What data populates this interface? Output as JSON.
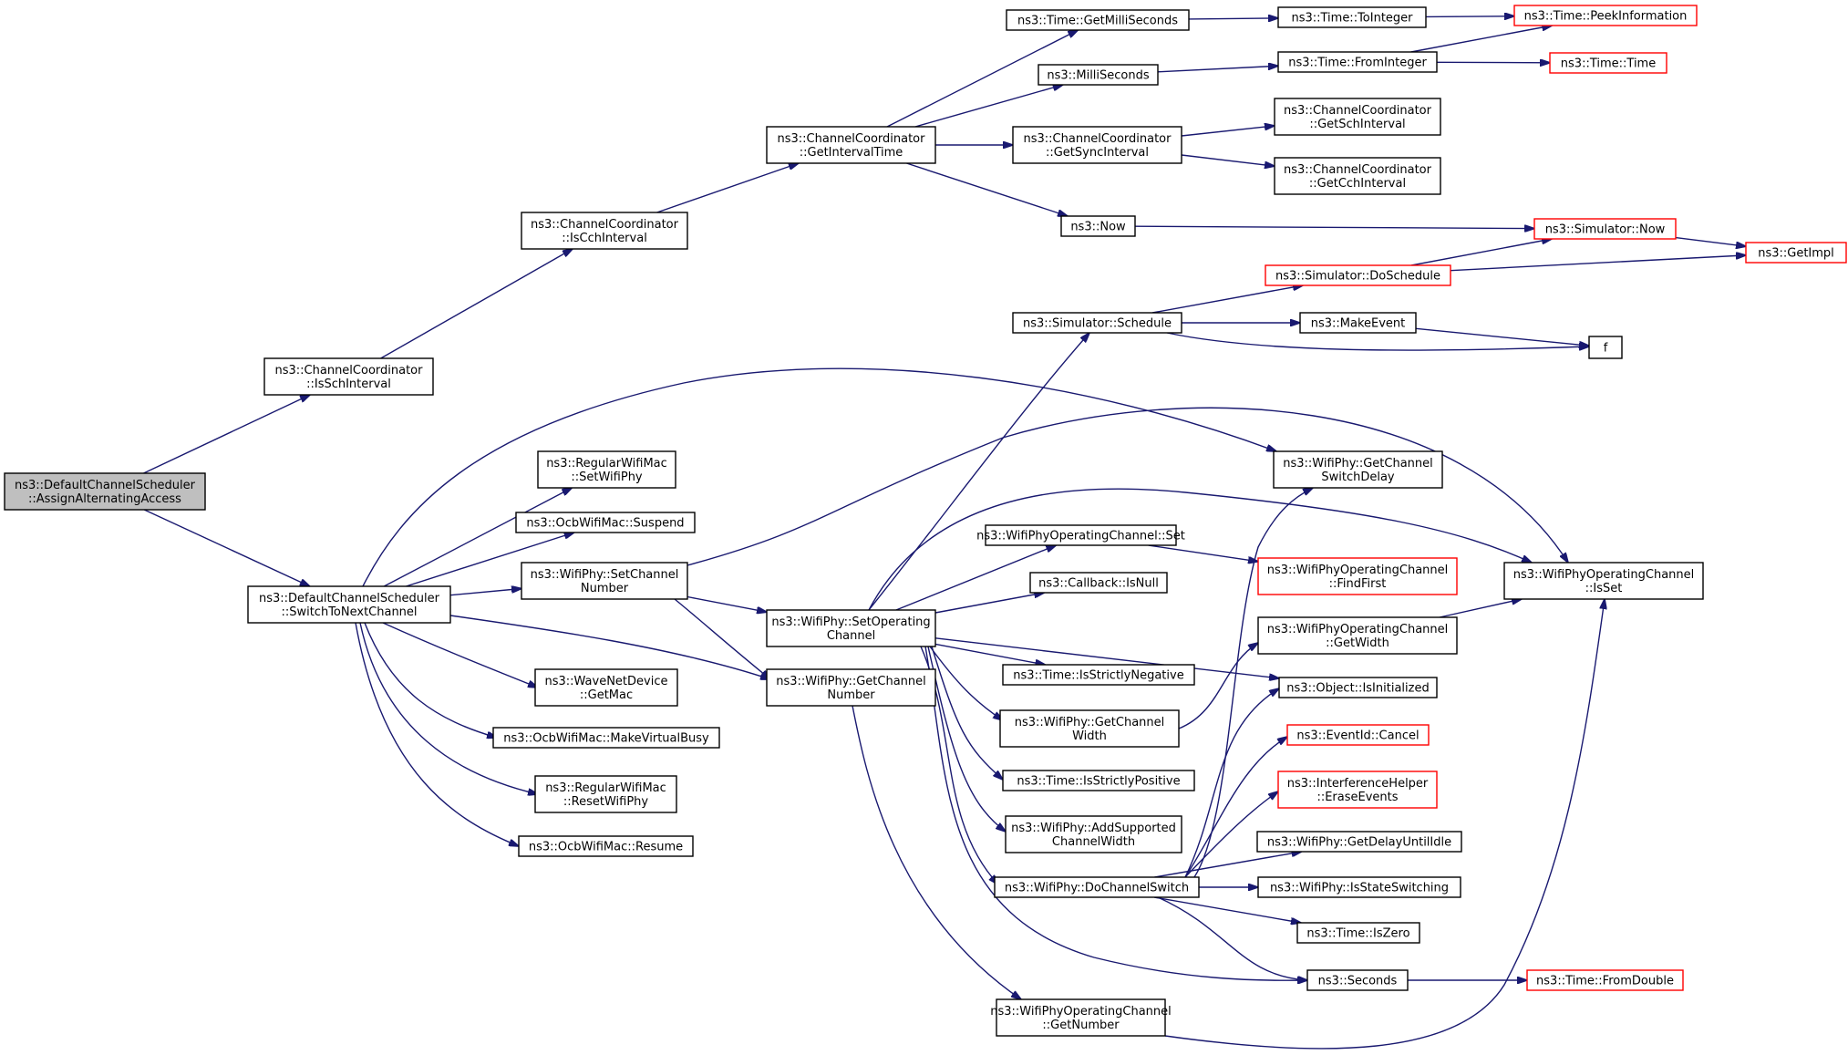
{
  "diagram": {
    "type": "call-graph",
    "colors": {
      "edge": "#191970",
      "root_fill": "#bfbfbf",
      "node_fill": "#ffffff",
      "node_border": "#000000",
      "truncated_border": "#ff0000"
    },
    "nodes": [
      {
        "id": "root",
        "lines": [
          "ns3::DefaultChannelScheduler",
          "::AssignAlternatingAccess"
        ],
        "style": "root"
      },
      {
        "id": "isSch",
        "lines": [
          "ns3::ChannelCoordinator",
          "::IsSchInterval"
        ],
        "style": "normal"
      },
      {
        "id": "isCch",
        "lines": [
          "ns3::ChannelCoordinator",
          "::IsCchInterval"
        ],
        "style": "normal"
      },
      {
        "id": "getInterval",
        "lines": [
          "ns3::ChannelCoordinator",
          "::GetIntervalTime"
        ],
        "style": "normal"
      },
      {
        "id": "getMilli",
        "lines": [
          "ns3::Time::GetMilliSeconds"
        ],
        "style": "normal"
      },
      {
        "id": "toInt",
        "lines": [
          "ns3::Time::ToInteger"
        ],
        "style": "normal"
      },
      {
        "id": "peek",
        "lines": [
          "ns3::Time::PeekInformation"
        ],
        "style": "truncated"
      },
      {
        "id": "milli",
        "lines": [
          "ns3::MilliSeconds"
        ],
        "style": "normal"
      },
      {
        "id": "fromInt",
        "lines": [
          "ns3::Time::FromInteger"
        ],
        "style": "normal"
      },
      {
        "id": "timeCtor",
        "lines": [
          "ns3::Time::Time"
        ],
        "style": "truncated"
      },
      {
        "id": "getSync",
        "lines": [
          "ns3::ChannelCoordinator",
          "::GetSyncInterval"
        ],
        "style": "normal"
      },
      {
        "id": "getSch",
        "lines": [
          "ns3::ChannelCoordinator",
          "::GetSchInterval"
        ],
        "style": "normal"
      },
      {
        "id": "getCch",
        "lines": [
          "ns3::ChannelCoordinator",
          "::GetCchInterval"
        ],
        "style": "normal"
      },
      {
        "id": "now",
        "lines": [
          "ns3::Now"
        ],
        "style": "normal"
      },
      {
        "id": "simNow",
        "lines": [
          "ns3::Simulator::Now"
        ],
        "style": "truncated"
      },
      {
        "id": "getImpl",
        "lines": [
          "ns3::GetImpl"
        ],
        "style": "truncated"
      },
      {
        "id": "doSchedule",
        "lines": [
          "ns3::Simulator::DoSchedule"
        ],
        "style": "truncated"
      },
      {
        "id": "schedule",
        "lines": [
          "ns3::Simulator::Schedule"
        ],
        "style": "normal"
      },
      {
        "id": "makeEvent",
        "lines": [
          "ns3::MakeEvent"
        ],
        "style": "normal"
      },
      {
        "id": "f",
        "lines": [
          "f"
        ],
        "style": "normal"
      },
      {
        "id": "switchNext",
        "lines": [
          "ns3::DefaultChannelScheduler",
          "::SwitchToNextChannel"
        ],
        "style": "normal"
      },
      {
        "id": "setWifiPhy",
        "lines": [
          "ns3::RegularWifiMac",
          "::SetWifiPhy"
        ],
        "style": "normal"
      },
      {
        "id": "suspend",
        "lines": [
          "ns3::OcbWifiMac::Suspend"
        ],
        "style": "normal"
      },
      {
        "id": "setChanNum",
        "lines": [
          "ns3::WifiPhy::SetChannel",
          "Number"
        ],
        "style": "normal"
      },
      {
        "id": "getMac",
        "lines": [
          "ns3::WaveNetDevice",
          "::GetMac"
        ],
        "style": "normal"
      },
      {
        "id": "makeBusy",
        "lines": [
          "ns3::OcbWifiMac::MakeVirtualBusy"
        ],
        "style": "normal"
      },
      {
        "id": "resetPhy",
        "lines": [
          "ns3::RegularWifiMac",
          "::ResetWifiPhy"
        ],
        "style": "normal"
      },
      {
        "id": "resume",
        "lines": [
          "ns3::OcbWifiMac::Resume"
        ],
        "style": "normal"
      },
      {
        "id": "setOpCh",
        "lines": [
          "ns3::WifiPhy::SetOperating",
          "Channel"
        ],
        "style": "normal"
      },
      {
        "id": "getChNum",
        "lines": [
          "ns3::WifiPhy::GetChannel",
          "Number"
        ],
        "style": "normal"
      },
      {
        "id": "getSwDelay",
        "lines": [
          "ns3::WifiPhy::GetChannel",
          "SwitchDelay"
        ],
        "style": "normal"
      },
      {
        "id": "opSet",
        "lines": [
          "ns3::WifiPhyOperatingChannel::Set"
        ],
        "style": "normal"
      },
      {
        "id": "findFirst",
        "lines": [
          "ns3::WifiPhyOperatingChannel",
          "::FindFirst"
        ],
        "style": "truncated"
      },
      {
        "id": "isSet",
        "lines": [
          "ns3::WifiPhyOperatingChannel",
          "::IsSet"
        ],
        "style": "normal"
      },
      {
        "id": "isNull",
        "lines": [
          "ns3::Callback::IsNull"
        ],
        "style": "normal"
      },
      {
        "id": "opGetWidth",
        "lines": [
          "ns3::WifiPhyOperatingChannel",
          "::GetWidth"
        ],
        "style": "normal"
      },
      {
        "id": "strictNeg",
        "lines": [
          "ns3::Time::IsStrictlyNegative"
        ],
        "style": "normal"
      },
      {
        "id": "isInit",
        "lines": [
          "ns3::Object::IsInitialized"
        ],
        "style": "normal"
      },
      {
        "id": "getChWidth",
        "lines": [
          "ns3::WifiPhy::GetChannel",
          "Width"
        ],
        "style": "normal"
      },
      {
        "id": "cancel",
        "lines": [
          "ns3::EventId::Cancel"
        ],
        "style": "truncated"
      },
      {
        "id": "strictPos",
        "lines": [
          "ns3::Time::IsStrictlyPositive"
        ],
        "style": "normal"
      },
      {
        "id": "erase",
        "lines": [
          "ns3::InterferenceHelper",
          "::EraseEvents"
        ],
        "style": "truncated"
      },
      {
        "id": "addWidth",
        "lines": [
          "ns3::WifiPhy::AddSupported",
          "ChannelWidth"
        ],
        "style": "normal"
      },
      {
        "id": "delayIdle",
        "lines": [
          "ns3::WifiPhy::GetDelayUntilIdle"
        ],
        "style": "normal"
      },
      {
        "id": "doSwitch",
        "lines": [
          "ns3::WifiPhy::DoChannelSwitch"
        ],
        "style": "normal"
      },
      {
        "id": "isSwitching",
        "lines": [
          "ns3::WifiPhy::IsStateSwitching"
        ],
        "style": "normal"
      },
      {
        "id": "isZero",
        "lines": [
          "ns3::Time::IsZero"
        ],
        "style": "normal"
      },
      {
        "id": "seconds",
        "lines": [
          "ns3::Seconds"
        ],
        "style": "normal"
      },
      {
        "id": "fromDouble",
        "lines": [
          "ns3::Time::FromDouble"
        ],
        "style": "truncated"
      },
      {
        "id": "opGetNumber",
        "lines": [
          "ns3::WifiPhyOperatingChannel",
          "::GetNumber"
        ],
        "style": "normal"
      }
    ],
    "edges": [
      [
        "root",
        "isSch"
      ],
      [
        "root",
        "switchNext"
      ],
      [
        "isSch",
        "isCch"
      ],
      [
        "isCch",
        "getInterval"
      ],
      [
        "getInterval",
        "getMilli"
      ],
      [
        "getInterval",
        "milli"
      ],
      [
        "getInterval",
        "getSync"
      ],
      [
        "getInterval",
        "now"
      ],
      [
        "getMilli",
        "toInt"
      ],
      [
        "toInt",
        "peek"
      ],
      [
        "milli",
        "fromInt"
      ],
      [
        "fromInt",
        "peek"
      ],
      [
        "fromInt",
        "timeCtor"
      ],
      [
        "getSync",
        "getSch"
      ],
      [
        "getSync",
        "getCch"
      ],
      [
        "now",
        "simNow"
      ],
      [
        "simNow",
        "getImpl"
      ],
      [
        "doSchedule",
        "simNow"
      ],
      [
        "doSchedule",
        "getImpl"
      ],
      [
        "schedule",
        "doSchedule"
      ],
      [
        "schedule",
        "makeEvent"
      ],
      [
        "schedule",
        "f"
      ],
      [
        "makeEvent",
        "f"
      ],
      [
        "switchNext",
        "getSwDelay"
      ],
      [
        "switchNext",
        "setWifiPhy"
      ],
      [
        "switchNext",
        "suspend"
      ],
      [
        "switchNext",
        "setChanNum"
      ],
      [
        "switchNext",
        "getChNum"
      ],
      [
        "switchNext",
        "getMac"
      ],
      [
        "switchNext",
        "makeBusy"
      ],
      [
        "switchNext",
        "resetPhy"
      ],
      [
        "switchNext",
        "resume"
      ],
      [
        "setChanNum",
        "isSet"
      ],
      [
        "setChanNum",
        "setOpCh"
      ],
      [
        "setChanNum",
        "getChNum"
      ],
      [
        "setOpCh",
        "schedule"
      ],
      [
        "setOpCh",
        "isSet"
      ],
      [
        "setOpCh",
        "opSet"
      ],
      [
        "setOpCh",
        "isNull"
      ],
      [
        "setOpCh",
        "isInit"
      ],
      [
        "setOpCh",
        "strictNeg"
      ],
      [
        "setOpCh",
        "getChWidth"
      ],
      [
        "setOpCh",
        "strictPos"
      ],
      [
        "setOpCh",
        "addWidth"
      ],
      [
        "setOpCh",
        "doSwitch"
      ],
      [
        "setOpCh",
        "seconds"
      ],
      [
        "opSet",
        "findFirst"
      ],
      [
        "getChWidth",
        "opGetWidth"
      ],
      [
        "opGetWidth",
        "isSet"
      ],
      [
        "getChNum",
        "opGetNumber"
      ],
      [
        "opGetNumber",
        "isSet"
      ],
      [
        "doSwitch",
        "getSwDelay"
      ],
      [
        "doSwitch",
        "isInit"
      ],
      [
        "doSwitch",
        "cancel"
      ],
      [
        "doSwitch",
        "erase"
      ],
      [
        "doSwitch",
        "delayIdle"
      ],
      [
        "doSwitch",
        "isSwitching"
      ],
      [
        "doSwitch",
        "isZero"
      ],
      [
        "doSwitch",
        "seconds"
      ],
      [
        "seconds",
        "fromDouble"
      ]
    ]
  }
}
